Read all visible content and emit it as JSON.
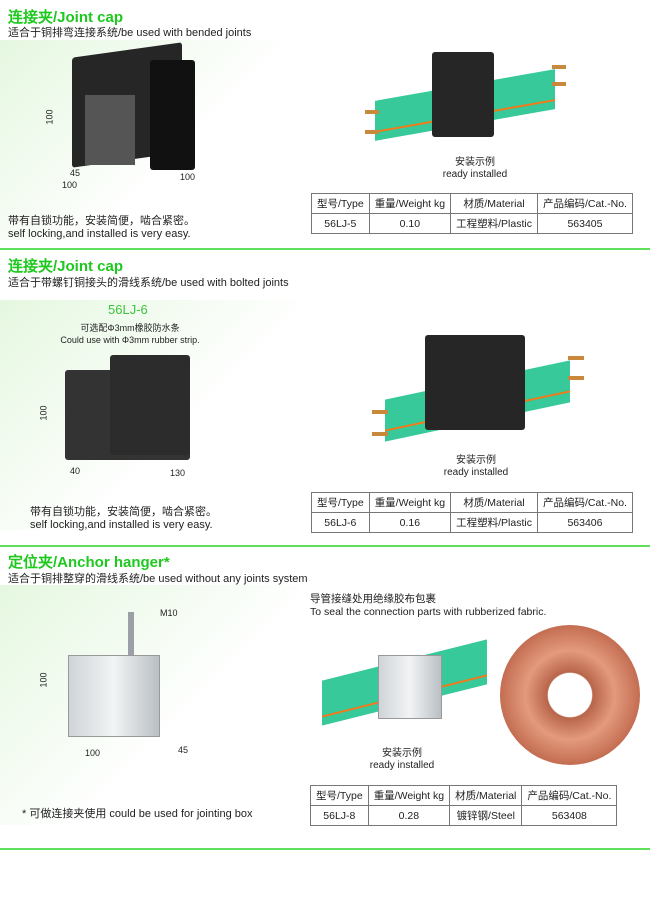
{
  "headers": [
    "型号/Type",
    "重量/Weight kg",
    "材质/Material",
    "产品编码/Cat.-No."
  ],
  "sections": [
    {
      "title": "连接夹/Joint cap",
      "subtitle": "适合于铜排弯连接系统/be used with bended joints",
      "dims": [
        "100",
        "45",
        "100",
        "100"
      ],
      "note_cn": "带有自锁功能，安装简便，啮合紧密。",
      "note_en": "self locking,and installed is very easy.",
      "caption_cn": "安装示例",
      "caption_en": "ready installed",
      "row": [
        "56LJ-5",
        "0.10",
        "工程塑料/Plastic",
        "563405"
      ]
    },
    {
      "title": "连接夹/Joint cap",
      "subtitle": "适合于带螺钉铜接头的滑线系统/be used with bolted joints",
      "model": "56LJ-6",
      "option_cn": "可选配Φ3mm橡胶防水条",
      "option_en": "Could use with Φ3mm rubber strip.",
      "dims": [
        "100",
        "40",
        "130"
      ],
      "note_cn": "带有自锁功能，安装简便，啮合紧密。",
      "note_en": "self locking,and installed is very easy.",
      "caption_cn": "安装示例",
      "caption_en": "ready installed",
      "row": [
        "56LJ-6",
        "0.16",
        "工程塑料/Plastic",
        "563406"
      ]
    },
    {
      "title": "定位夹/Anchor hanger*",
      "subtitle": "适合于铜排整穿的滑线系统/be used without any  joints system",
      "dims": [
        "M10",
        "100",
        "100",
        "45"
      ],
      "seal_cn": "导管接缝处用绝缘胶布包裹",
      "seal_en": "To seal the connection parts with rubberized fabric.",
      "note": "* 可做连接夹使用 could be used for jointing box",
      "caption_cn": "安装示例",
      "caption_en": "ready installed",
      "row": [
        "56LJ-8",
        "0.28",
        "镀锌钢/Steel",
        "563408"
      ]
    }
  ],
  "colors": {
    "title": "#1ec81e",
    "rail": "#38c99a",
    "stripe": "#f07a1a"
  }
}
